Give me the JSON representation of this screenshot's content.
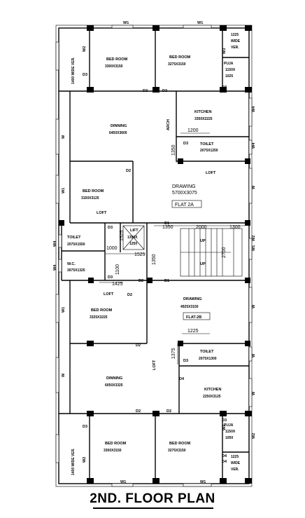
{
  "title": "2ND. FLOOR PLAN",
  "labels": {
    "r1": "BED ROOM",
    "r1d": "3300X3150",
    "r2": "BED ROOM",
    "r2d": "3275X3150",
    "r3": "1225",
    "r3b": "WIDE",
    "r3c": "VER.",
    "r4": "PUJA",
    "r4b": "1150X",
    "r4c": "1025",
    "r5": "1400 WIDE VER.",
    "r6": "DINNING",
    "r6d": "6450X3600",
    "r7": "KITCHEN",
    "r7d": "3350X2225",
    "r8": "TOILET",
    "r8d": "2075X1250",
    "r9": "BED ROOM",
    "r9d": "3150X3125",
    "r10": "DRAWING",
    "r10d": "5700X3075",
    "r11": "FLAT 2A",
    "r12": "TOILET",
    "r12d": "2075X1550",
    "r13": "LIFT",
    "r13d": "1350X",
    "r13e": "1250",
    "r14": "W.C.",
    "r14d": "3075X1325",
    "r15": "BED ROOM",
    "r15d": "3325X3225",
    "r16": "DRAWING",
    "r16d": "4925X3150",
    "r17": "FLAT-2B",
    "r18": "TOILET",
    "r18d": "2075X1300",
    "r19": "DINNING",
    "r19d": "6050X3325",
    "r20": "KITCHEN",
    "r20d": "2250X3125",
    "r21": "BED ROOM",
    "r21d": "3300X3150",
    "r22": "BED ROOM",
    "r22d": "3275X3150",
    "r23": "PUJA",
    "r23b": "1150X",
    "r23c": "1050",
    "r24": "1225",
    "r24b": "WIDE",
    "r24c": "VER.",
    "r25": "1400 WIDE VER."
  },
  "tags": {
    "w1a": "W1",
    "w1b": "W1",
    "w1c": "W1",
    "w1d": "W1",
    "w2a": "W2",
    "w2b": "W2",
    "w3a": "W3",
    "w3b": "W3",
    "d1a": "D1",
    "d1b": "D1",
    "d2a": "D2",
    "d2b": "D2",
    "d2c": "D2",
    "d2d": "D2",
    "d2e": "D2",
    "d2f": "D2",
    "d2g": "D2",
    "d2h": "D2",
    "d3a": "D3",
    "d3b": "D3",
    "d3c": "D3",
    "d3d": "D3",
    "d3e": "D3",
    "d3f": "D3",
    "d3g": "D3",
    "d3h": "D3",
    "w4a": "W4",
    "w4b": "W4",
    "w4c": "W4",
    "w4d": "W4",
    "wa": "W",
    "wb": "W",
    "wc": "W",
    "wd": "W",
    "we": "W",
    "wf": "W",
    "w1e": "W1",
    "w1f": "W1",
    "w1g": "W1",
    "w2c": "W2",
    "w2d": "W2",
    "d4a": "D4",
    "d4b": "D4",
    "d4c": "D4",
    "arch": "ARCH",
    "loft1": "LOFT",
    "loft2": "LOFT",
    "loft3": "LOFT",
    "loft4": "LOFT",
    "up1": "UP",
    "up2": "UP"
  },
  "dims": {
    "d1200": "1200",
    "d1350a": "1350",
    "d1350b": "1350",
    "d2000": "2000",
    "d1300": "1300",
    "d2700": "2700",
    "d1525": "1525",
    "d1350c": "1350",
    "d1100": "1100",
    "d1425": "1425",
    "d1225": "1225",
    "d1375": "1375",
    "d1000": "1000",
    "d1525b": "1525"
  }
}
